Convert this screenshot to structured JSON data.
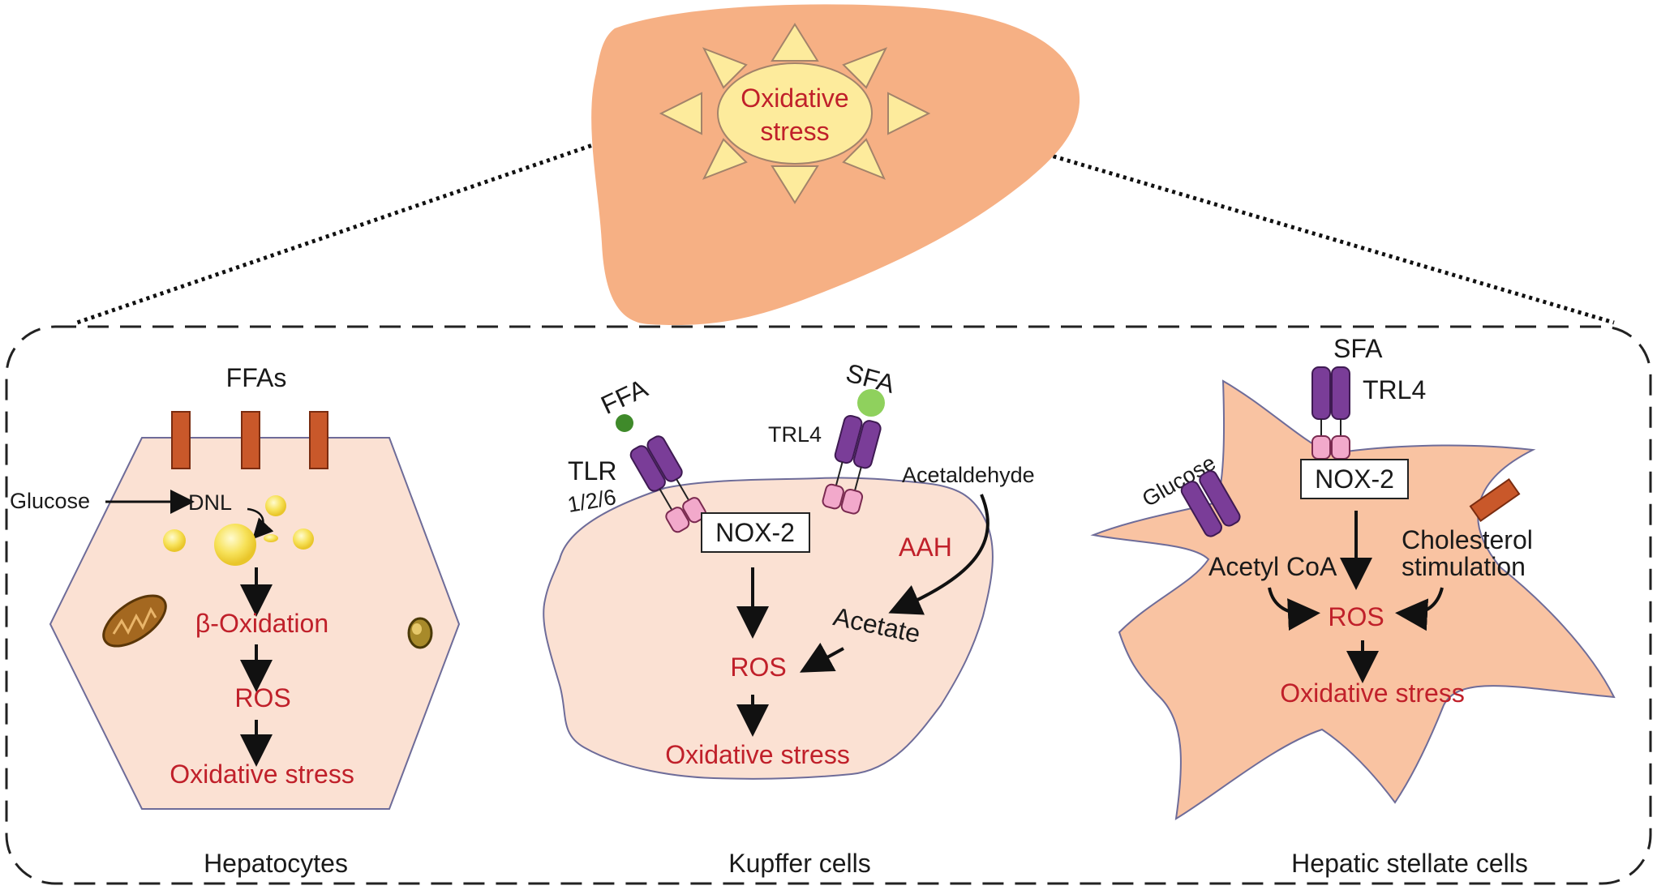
{
  "liver": {
    "center": "Oxidative",
    "center2": "stress"
  },
  "hepatocytes": {
    "caption": "Hepatocytes",
    "ffas": "FFAs",
    "glucose": "Glucose",
    "dnl": "DNL",
    "beta_oxidation": "β-Oxidation",
    "ros": "ROS",
    "oxidative_stress": "Oxidative stress"
  },
  "kupffer": {
    "caption": "Kupffer cells",
    "ffa": "FFA",
    "sfa": "SFA",
    "tlr": "TLR",
    "tlr_sub": "1/2/6",
    "trl4": "TRL4",
    "nox2": "NOX-2",
    "acetaldehyde": "Acetaldehyde",
    "aah": "AAH",
    "acetate": "Acetate",
    "ros": "ROS",
    "oxidative_stress": "Oxidative stress"
  },
  "stellate": {
    "caption": "Hepatic stellate cells",
    "sfa": "SFA",
    "trl4": "TRL4",
    "glucose": "Glucose",
    "nox2": "NOX-2",
    "acetyl_coa": "Acetyl CoA",
    "cholesterol": "Cholesterol",
    "stimulation": "stimulation",
    "ros": "ROS",
    "oxidative_stress": "Oxidative stress"
  },
  "colors": {
    "liver": "#f6b084",
    "cell_fill": "#fbe1d3",
    "stellate_fill": "#f9c3a2",
    "sun": "#fdeb9c",
    "receptor_purple": "#7a3d98",
    "receptor_pink": "#f2a9cb",
    "receptor_orange": "#c9582a",
    "ligand_green": "#8fd15d",
    "text_red": "#c0202a"
  }
}
